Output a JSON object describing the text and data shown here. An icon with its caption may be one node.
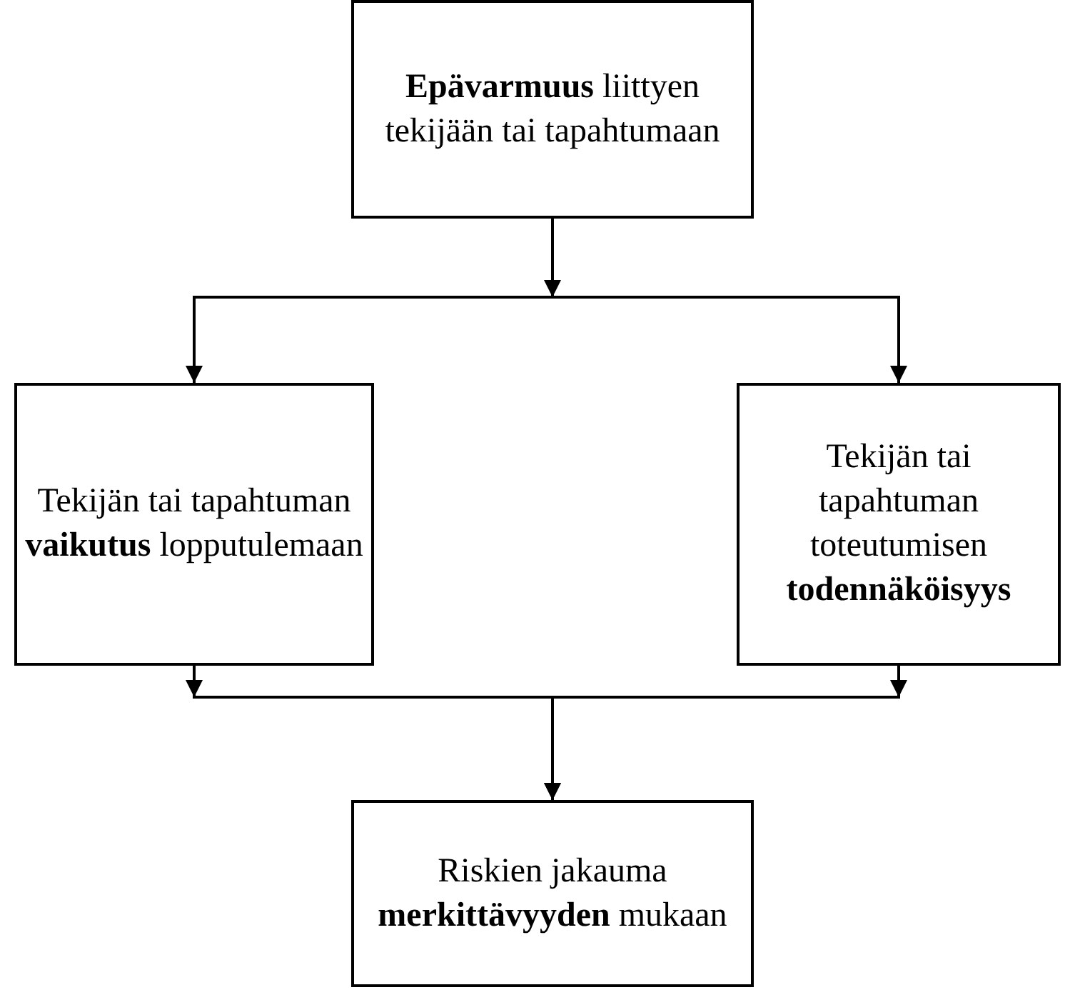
{
  "diagram": {
    "nodes": [
      {
        "text": [
          "**Epävarmuus** liittyen tekijään tai tapahtumaan"
        ]
      },
      {
        "text": [
          "Tekijän tai tapahtuman **vaikutus** lopputulemaan"
        ]
      },
      {
        "text": [
          "Tekijän tai tapahtuman toteutumisen **todennäköisyys**"
        ]
      },
      {
        "text": [
          "Riskien jakauma **merkittävyyden** mukaan"
        ]
      }
    ],
    "edges": [
      {
        "from": 0,
        "to": 1,
        "arrow": "to"
      },
      {
        "from": 0,
        "to": 2,
        "arrow": "to"
      },
      {
        "from": 1,
        "to": 3,
        "arrow": "to"
      },
      {
        "from": 2,
        "to": 3,
        "arrow": "to"
      }
    ]
  }
}
